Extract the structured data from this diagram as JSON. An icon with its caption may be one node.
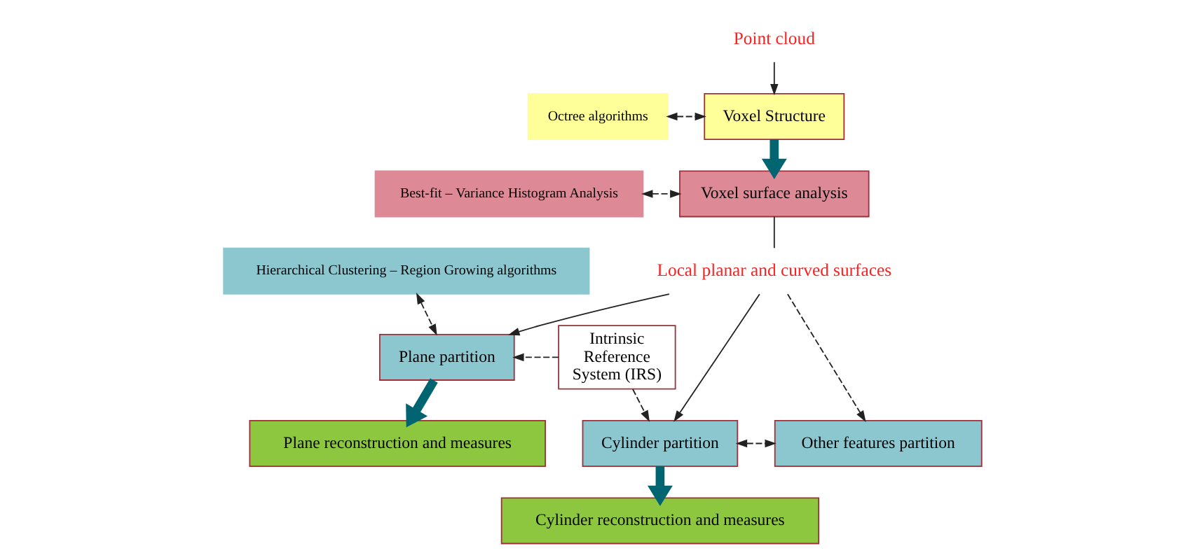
{
  "diagram": {
    "nodes": [
      {
        "text": [
          "Point cloud"
        ]
      },
      {
        "text": [
          "Octree algorithms"
        ]
      },
      {
        "text": [
          "Voxel Structure"
        ]
      },
      {
        "text": [
          "Best-fit – Variance Histogram Analysis"
        ]
      },
      {
        "text": [
          "Voxel surface analysis"
        ]
      },
      {
        "text": [
          "Hierarchical Clustering – Region Growing algorithms"
        ]
      },
      {
        "text": [
          "Local planar and curved surfaces"
        ]
      },
      {
        "text": [
          "Plane partition"
        ]
      },
      {
        "text": [
          "Intrinsic Reference System (IRS)"
        ]
      },
      {
        "text": [
          "Plane reconstruction and measures"
        ]
      },
      {
        "text": [
          "Cylinder partition"
        ]
      },
      {
        "text": [
          "Other features partition"
        ]
      },
      {
        "text": [
          "Cylinder reconstruction and measures"
        ]
      }
    ],
    "edges": [
      {
        "from": 0,
        "to": 2,
        "arrow": "to"
      },
      {
        "from": 1,
        "to": 2,
        "arrow": "both",
        "style": "dashed"
      },
      {
        "from": 2,
        "to": 4,
        "arrow": "to",
        "style": "thick",
        "color": "#006570"
      },
      {
        "from": 3,
        "to": 4,
        "arrow": "both",
        "style": "dashed"
      },
      {
        "from": 4,
        "to": 6,
        "arrow": "none"
      },
      {
        "from": 6,
        "to": 7,
        "arrow": "to"
      },
      {
        "from": 5,
        "to": 7,
        "arrow": "both",
        "style": "dashed"
      },
      {
        "from": 8,
        "to": 7,
        "arrow": "to",
        "style": "dashed"
      },
      {
        "from": 7,
        "to": 9,
        "arrow": "to",
        "style": "thick",
        "color": "#006570"
      },
      {
        "from": 6,
        "to": 10,
        "arrow": "to"
      },
      {
        "from": 6,
        "to": 11,
        "arrow": "to",
        "style": "dashed"
      },
      {
        "from": 8,
        "to": 10,
        "arrow": "to",
        "style": "dashed"
      },
      {
        "from": 10,
        "to": 11,
        "arrow": "both",
        "style": "dashed"
      },
      {
        "from": 10,
        "to": 12,
        "arrow": "to",
        "style": "thick",
        "color": "#006570"
      }
    ]
  }
}
